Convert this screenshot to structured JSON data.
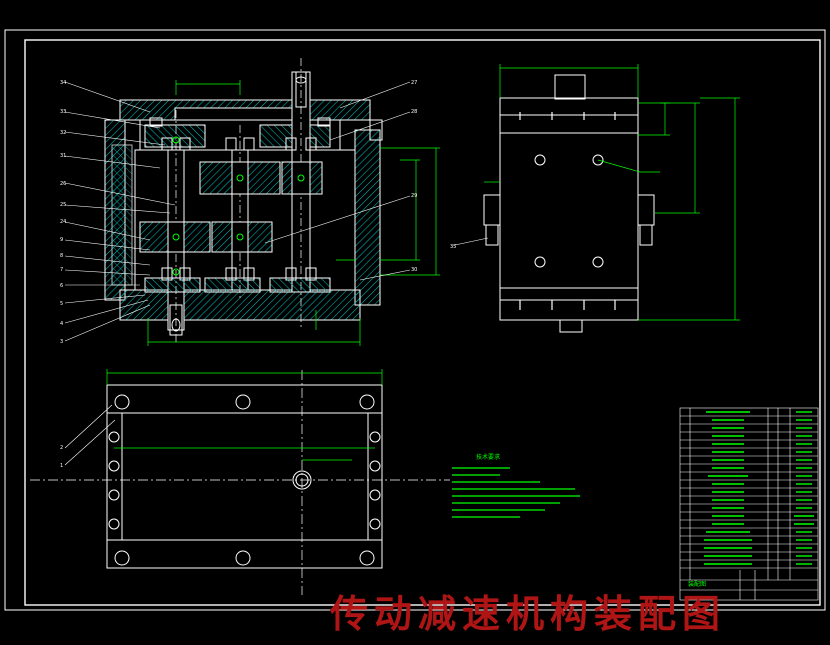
{
  "title": "传动减速机构装配图",
  "colors": {
    "background": "#000000",
    "lines": "#ffffff",
    "hatch": "#00b8b8",
    "dimensions": "#00ff00",
    "title_red": "#b01515"
  },
  "balloons": {
    "left_column": [
      "34",
      "33",
      "32",
      "31",
      "26",
      "25",
      "24",
      "9",
      "8",
      "7",
      "6",
      "5",
      "4",
      "3"
    ],
    "right_column": [
      "27",
      "28",
      "29",
      "30"
    ],
    "top_view": [
      "2",
      "1"
    ],
    "side_view": [
      "35"
    ]
  },
  "notes_heading": "技术要求",
  "title_block_label": "装配图"
}
